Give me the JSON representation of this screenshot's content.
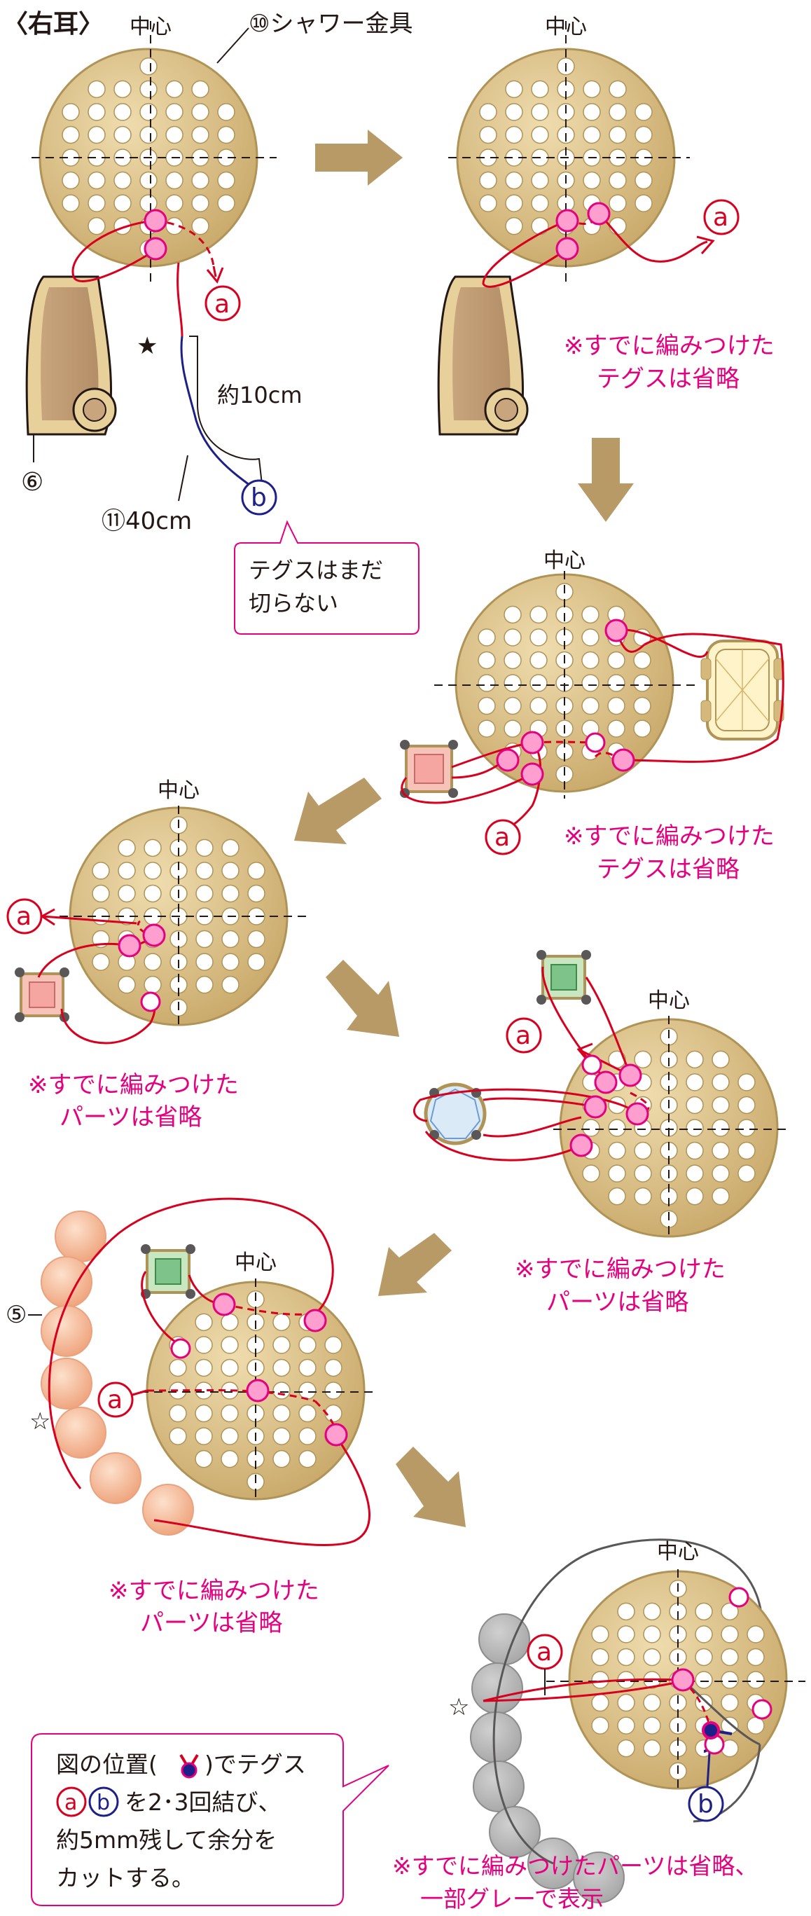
{
  "title": "〈右耳〉",
  "labels": {
    "center": "中心",
    "shower_part": "⑩シャワー金具",
    "part6": "⑥",
    "part11": "⑪40cm",
    "approx": "約10cm",
    "part5": "⑤",
    "star_filled": "★",
    "star_open": "☆",
    "a": "a",
    "b": "b"
  },
  "notes": {
    "dont_cut": [
      "テグスはまだ",
      "切らない"
    ],
    "omit_tegusu": [
      "※すでに編みつけた",
      "テグスは省略"
    ],
    "omit_parts": [
      "※すでに編みつけた",
      "パーツは省略"
    ],
    "omit_gray": [
      "※すでに編みつけたパーツは省略、",
      "一部グレーで表示"
    ]
  },
  "final_note": {
    "line1_a": "図の位置(",
    "line1_b": ")でテグス",
    "line2": "を2･3回結び、",
    "line3": "約5mm残して余分を",
    "line4": "カットする。"
  },
  "colors": {
    "gold": "#d4b87c",
    "gold_edge": "#b09457",
    "thread_red": "#d7001e",
    "thread_blue": "#1d2088",
    "accent_pink": "#e4007f",
    "arrow": "#b89a66",
    "bead": "#f0b38f",
    "gray": "#b3b3b3"
  }
}
